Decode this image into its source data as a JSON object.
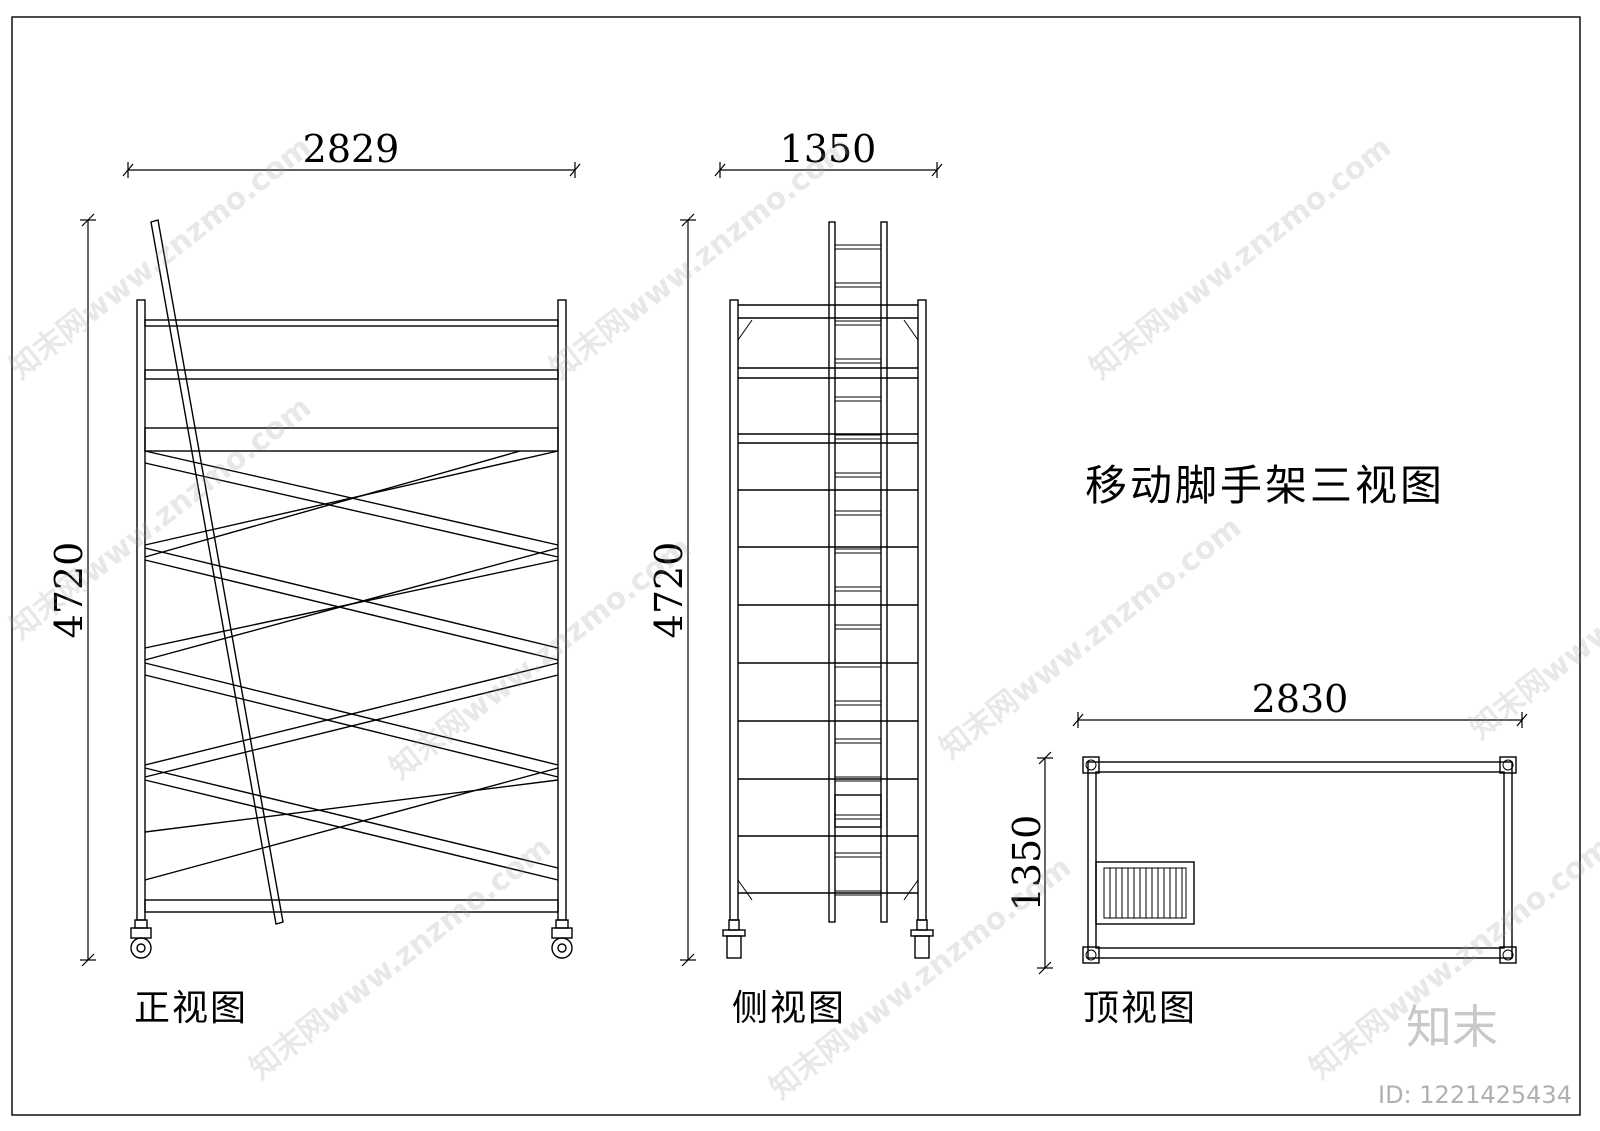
{
  "title": "移动脚手架三视图",
  "views": {
    "front": {
      "label": "正视图",
      "width_dim": "2829",
      "height_dim": "4720"
    },
    "side": {
      "label": "侧视图",
      "width_dim": "1350",
      "height_dim": "4720"
    },
    "top": {
      "label": "顶视图",
      "width_dim": "2830",
      "height_dim": "1350"
    }
  },
  "watermark": {
    "text": "知末网www.znzmo.com",
    "brand": "知末",
    "id": "ID: 1221425434"
  }
}
